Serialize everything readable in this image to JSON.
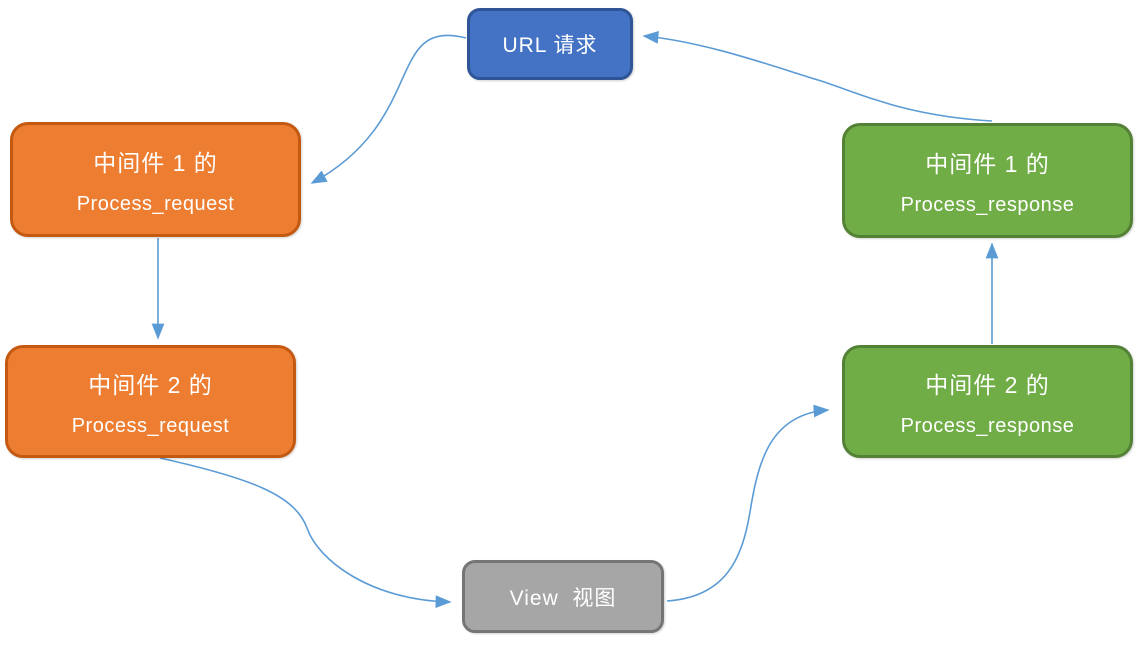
{
  "diagram": {
    "title": "Django middleware request/response flow",
    "background": "#FFFFFF",
    "colors": {
      "arrow": "#5B9BD5"
    },
    "nodes": [
      {
        "id": "url-request",
        "line1": "URL 请求",
        "line2": "",
        "fill": "#4472C4",
        "border": "#2F5597"
      },
      {
        "id": "mw1-request",
        "line1": "中间件 1 的",
        "line2": "Process_request",
        "fill": "#ED7D31",
        "border": "#C45911"
      },
      {
        "id": "mw2-request",
        "line1": "中间件 2 的",
        "line2": "Process_request",
        "fill": "#ED7D31",
        "border": "#C45911"
      },
      {
        "id": "view",
        "line1": "View  视图",
        "line2": "",
        "fill": "#A6A6A6",
        "border": "#757575"
      },
      {
        "id": "mw2-response",
        "line1": "中间件 2 的",
        "line2": "Process_response",
        "fill": "#70AD47",
        "border": "#538135"
      },
      {
        "id": "mw1-response",
        "line1": "中间件 1 的",
        "line2": "Process_response",
        "fill": "#70AD47",
        "border": "#538135"
      }
    ],
    "edges": [
      {
        "from": "url-request",
        "to": "mw1-request"
      },
      {
        "from": "mw1-request",
        "to": "mw2-request"
      },
      {
        "from": "mw2-request",
        "to": "view"
      },
      {
        "from": "view",
        "to": "mw2-response"
      },
      {
        "from": "mw2-response",
        "to": "mw1-response"
      },
      {
        "from": "mw1-response",
        "to": "url-request"
      }
    ]
  }
}
